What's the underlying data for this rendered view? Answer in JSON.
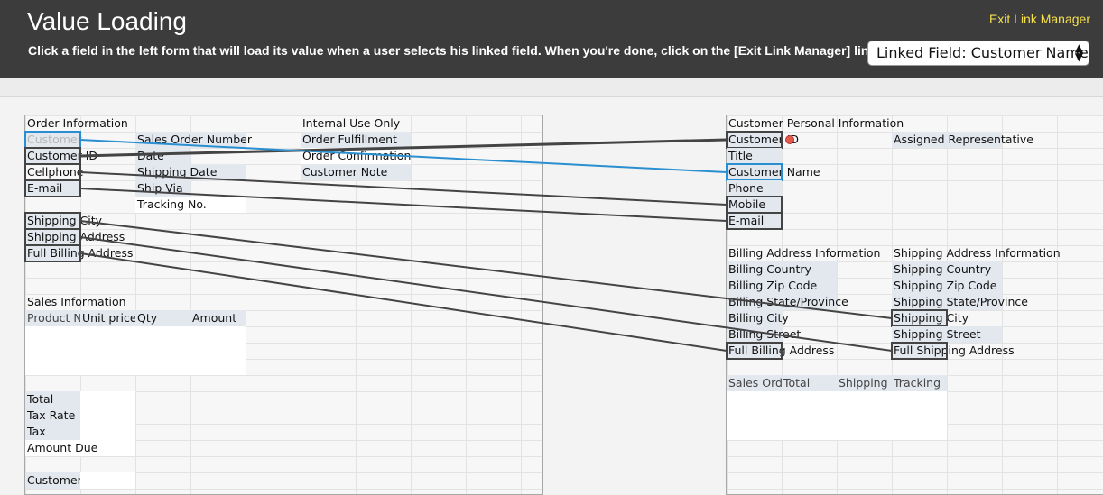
{
  "header": {
    "title": "Value Loading",
    "subtitle": "Click a field in the left form that will load its value when a user selects his linked field. When you're done, click on the [Exit Link Manager] link at top right.",
    "exit_link": "Exit Link Manager",
    "linked_field": "Linked Field: Customer Name"
  },
  "left_form": {
    "order_info": "Order Information",
    "customer": "Customer",
    "customer_id": "Customer ID",
    "cellphone": "Cellphone",
    "email": "E-mail",
    "sales_order_number": "Sales Order Number",
    "date": "Date",
    "shipping_date": "Shipping Date",
    "ship_via": "Ship Via",
    "tracking_no": "Tracking No.",
    "internal_use": "Internal Use Only",
    "order_fulfillment": "Order Fulfillment",
    "order_confirmation": "Order Confirmation",
    "customer_note": "Customer Note",
    "shipping_city": "Shipping City",
    "shipping_address": "Shipping Address",
    "full_billing_address": "Full Billing Address",
    "sales_info": "Sales Information",
    "col_product": "Product Name",
    "col_unit_price": "Unit price",
    "col_qty": "Qty",
    "col_amount": "Amount",
    "total": "Total",
    "tax_rate": "Tax Rate",
    "tax": "Tax",
    "amount_due": "Amount Due",
    "customer_message": "Customer Message"
  },
  "right_form": {
    "personal_info": "Customer Personal Information",
    "customer_id": "Customer ID",
    "assigned_rep": "Assigned Representative",
    "title": "Title",
    "customer_name": "Customer Name",
    "phone": "Phone",
    "mobile": "Mobile",
    "email": "E-mail",
    "billing_info": "Billing Address Information",
    "shipping_info": "Shipping Address Information",
    "billing_country": "Billing Country",
    "billing_zip": "Billing Zip Code",
    "billing_state": "Billing State/Province",
    "billing_city": "Billing City",
    "billing_street": "Billing Street",
    "full_billing_address": "Full Billing Address",
    "shipping_country": "Shipping Country",
    "shipping_zip": "Shipping Zip Code",
    "shipping_state": "Shipping State/Province",
    "shipping_city": "Shipping City",
    "shipping_street": "Shipping Street",
    "full_shipping_address": "Full Shipping Address",
    "col_sales_order": "Sales Order",
    "col_total": "Total",
    "col_shipping": "Shipping",
    "col_tracking": "Tracking"
  },
  "colors": {
    "topbar": "#3c3c3c",
    "link": "#f4e04d",
    "active_link": "#2a8fd0",
    "mapped_link": "#444444"
  }
}
